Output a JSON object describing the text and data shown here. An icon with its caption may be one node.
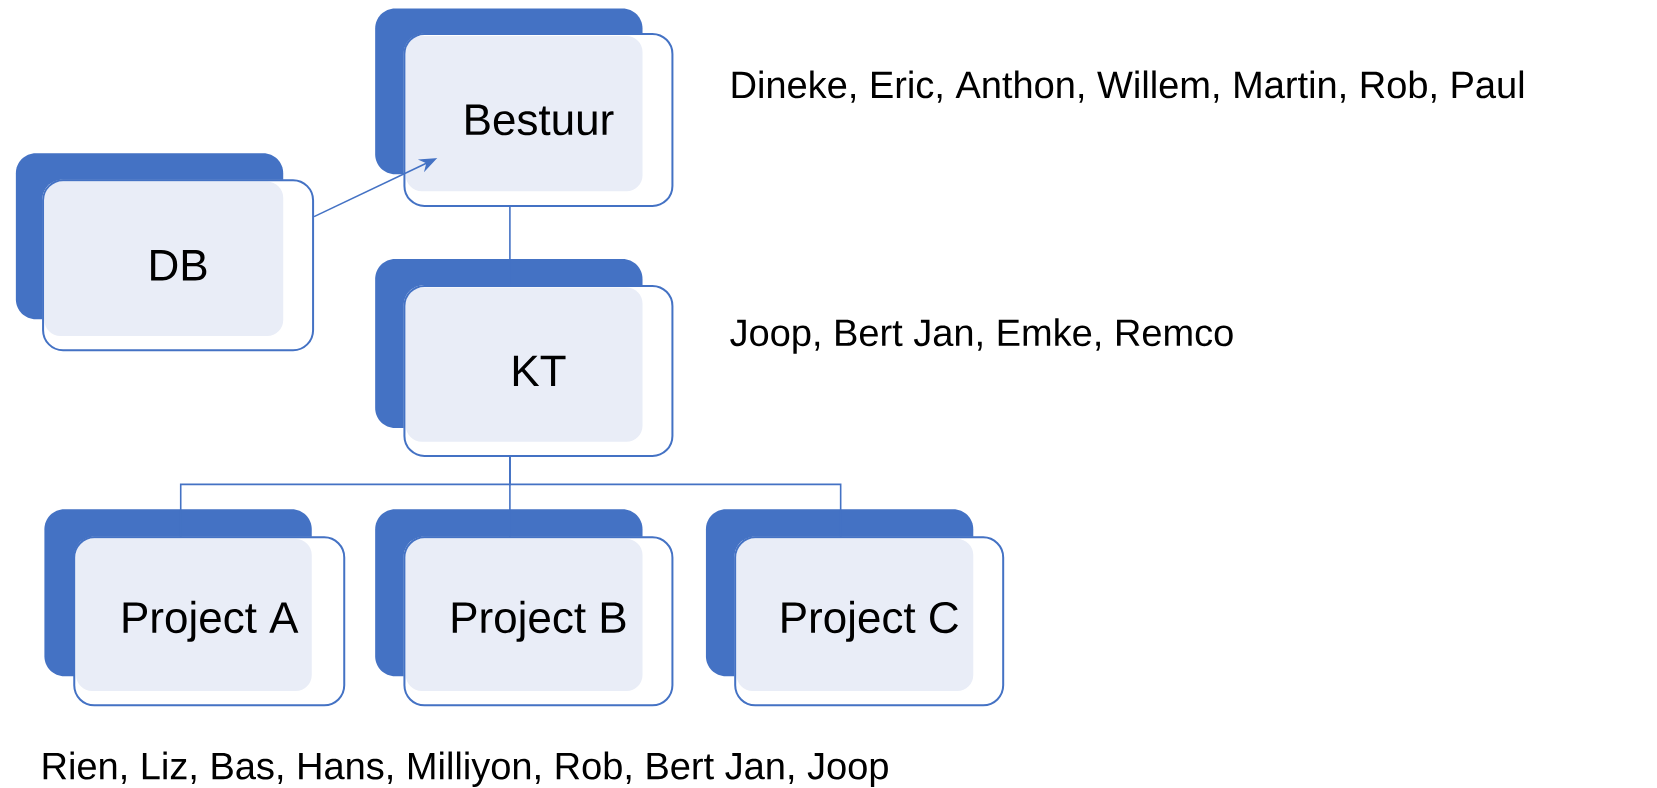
{
  "diagram": {
    "nodes": [
      {
        "text": [
          "Bestuur"
        ],
        "beside": [
          "Dineke, Eric, Anthon, Willem, Martin, Rob, Paul"
        ]
      },
      {
        "text": [
          "DB"
        ]
      },
      {
        "text": [
          "KT"
        ],
        "beside": [
          "Joop, Bert Jan, Emke, Remco"
        ]
      },
      {
        "text": [
          "Project A"
        ]
      },
      {
        "text": [
          "Project B"
        ]
      },
      {
        "text": [
          "Project C"
        ]
      }
    ],
    "edges": [
      {
        "from": 1,
        "to": 0,
        "arrow": "to"
      },
      {
        "from": 0,
        "to": 2,
        "arrow": "none"
      },
      {
        "from": 2,
        "to": 3,
        "arrow": "none"
      },
      {
        "from": 2,
        "to": 4,
        "arrow": "none"
      },
      {
        "from": 2,
        "to": 5,
        "arrow": "none"
      }
    ],
    "labels": [
      "Rien, Liz, Bas, Hans, Milliyon, Rob, Bert Jan, Joop"
    ]
  }
}
